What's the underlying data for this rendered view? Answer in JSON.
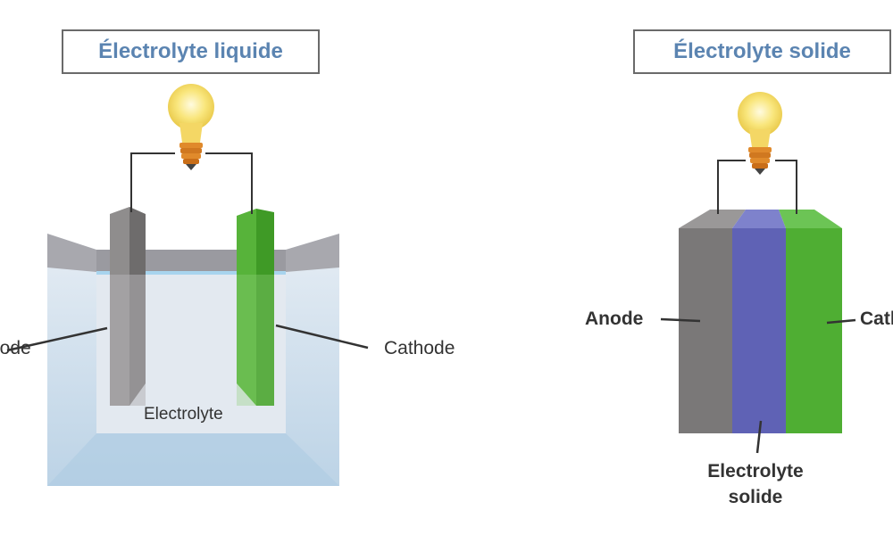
{
  "liquid_panel": {
    "title": "Électrolyte liquide",
    "anode_label": "Anode",
    "cathode_label": "Cathode",
    "electrolyte_label": "Electrolyte"
  },
  "solid_panel": {
    "title": "Électrolyte solide",
    "anode_label": "Anode",
    "cathode_label": "Cathode",
    "electrolyte_label_line1": "Electrolyte",
    "electrolyte_label_line2": "solide"
  },
  "colors": {
    "title_text": "#5b84b1",
    "anode": "#7a7878",
    "cathode": "#4fae33",
    "solid_electrolyte": "#5f62b5",
    "liquid": "#bcd3e6",
    "bulb": "#f7e27a",
    "bulb_base": "#e08a2b"
  },
  "icons": {
    "light_bulb": "light-bulb-icon"
  }
}
